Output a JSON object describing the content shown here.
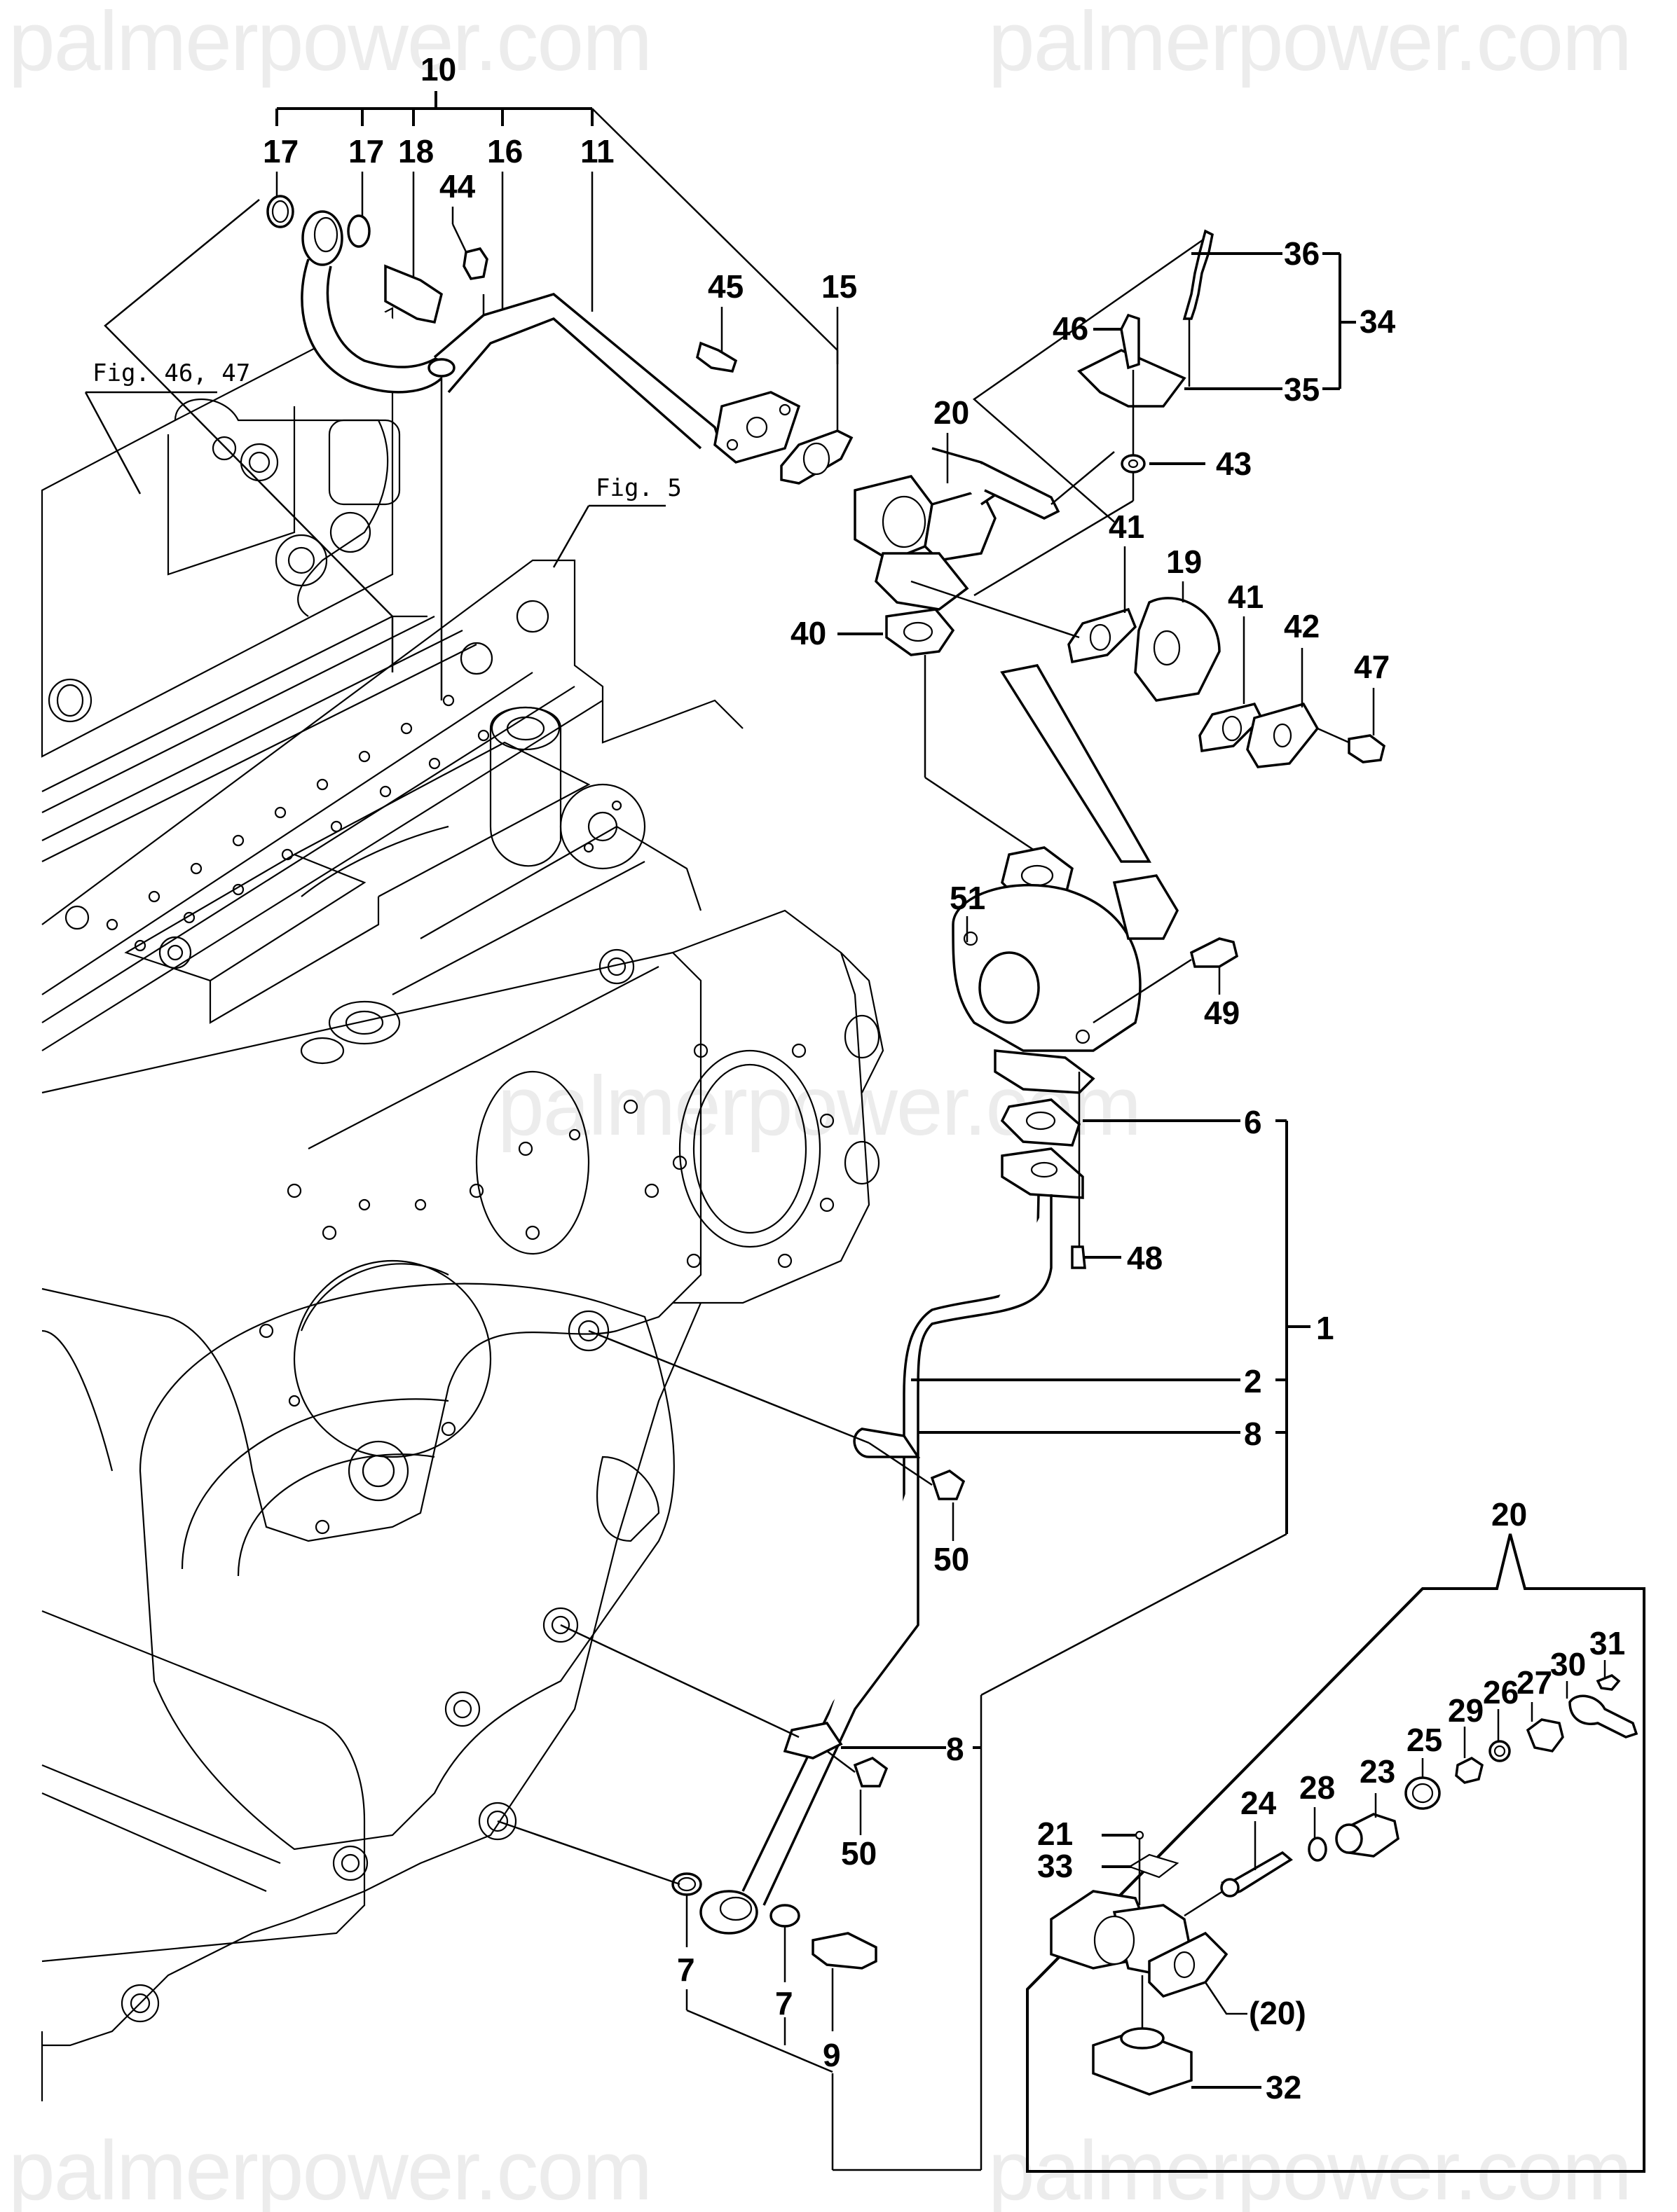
{
  "diagram": {
    "type": "exploded-parts-diagram",
    "subject": "Engine oil pipe / fuel feed line assembly with valve",
    "watermarks": [
      "palmerpower.com",
      "palmerpower.com",
      "palmerpower.com",
      "palmerpower.com",
      "palmerpower.com"
    ],
    "figure_refs": {
      "fig_46_47": "Fig. 46, 47",
      "fig_5": "Fig. 5"
    },
    "callouts": {
      "p1": "1",
      "p2": "2",
      "p6": "6",
      "p7a": "7",
      "p7b": "7",
      "p8a": "8",
      "p8b": "8",
      "p9": "9",
      "p10": "10",
      "p11": "11",
      "p15": "15",
      "p16": "16",
      "p17a": "17",
      "p17b": "17",
      "p18": "18",
      "p19": "19",
      "p20": "20",
      "p34": "34",
      "p35": "35",
      "p36": "36",
      "p40": "40",
      "p41a": "41",
      "p41b": "41",
      "p42": "42",
      "p43": "43",
      "p44": "44",
      "p45": "45",
      "p46": "46",
      "p47": "47",
      "p48": "48",
      "p49": "49",
      "p50a": "50",
      "p50b": "50",
      "p51": "51"
    },
    "inset": {
      "title": "20",
      "callouts": {
        "p21": "21",
        "p23": "23",
        "p24": "24",
        "p25": "25",
        "p26": "26",
        "p27": "27",
        "p28": "28",
        "p29": "29",
        "p30": "30",
        "p31": "31",
        "p32": "32",
        "p33": "33",
        "p20ref": "(20)"
      }
    },
    "groups": [
      {
        "parent": "10",
        "children": [
          "17",
          "17",
          "18",
          "16",
          "11",
          "15"
        ]
      },
      {
        "parent": "34",
        "children": [
          "36",
          "35"
        ]
      },
      {
        "parent": "1",
        "children": [
          "6",
          "2",
          "8",
          "8",
          "7",
          "7",
          "9"
        ]
      },
      {
        "parent": "20",
        "children": [
          "21",
          "23",
          "24",
          "25",
          "26",
          "27",
          "28",
          "29",
          "30",
          "31",
          "32",
          "33"
        ]
      }
    ]
  }
}
